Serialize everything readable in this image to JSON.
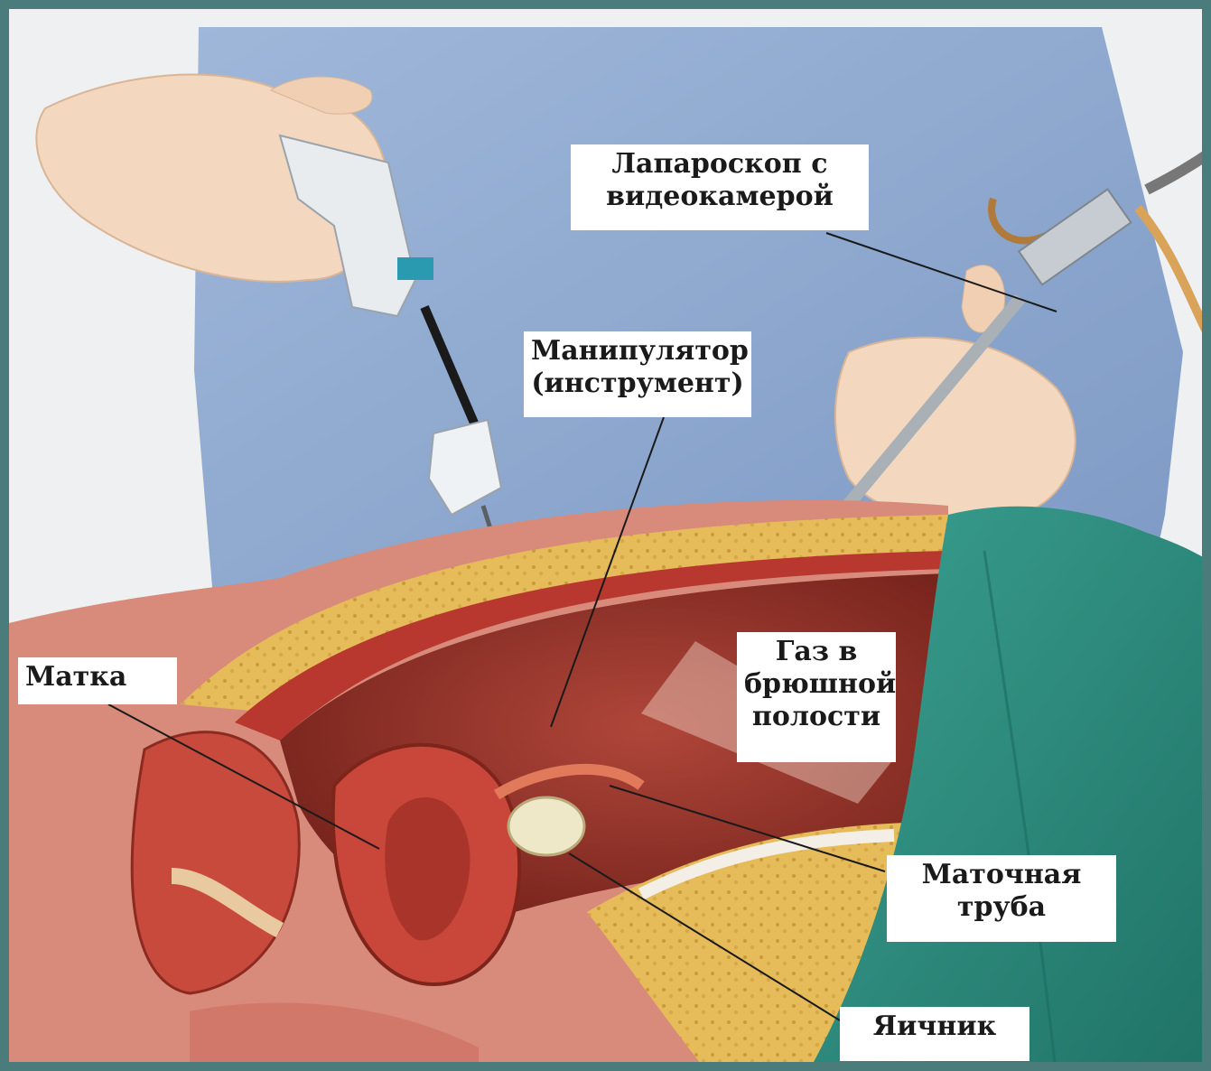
{
  "labels": {
    "laparoscope": [
      "Лапароскоп с",
      "видеокамерой"
    ],
    "manipulator": [
      "Манипулятор",
      "(инструмент)"
    ],
    "gas": [
      "Газ в",
      "брюшной",
      "полости"
    ],
    "uterus": [
      "Матка"
    ],
    "tube": [
      "Маточная",
      "труба"
    ],
    "ovary": [
      "Яичник"
    ]
  },
  "colors": {
    "frame": "#4a7c7b",
    "gown": "#8fa9cf",
    "drape": "#2f8c7e",
    "skin": "#f2d3b8",
    "tissue": "#c24a3a",
    "cavity": "#8c2a20",
    "fat": "#e5b84c",
    "label_bg": "#ffffff"
  }
}
